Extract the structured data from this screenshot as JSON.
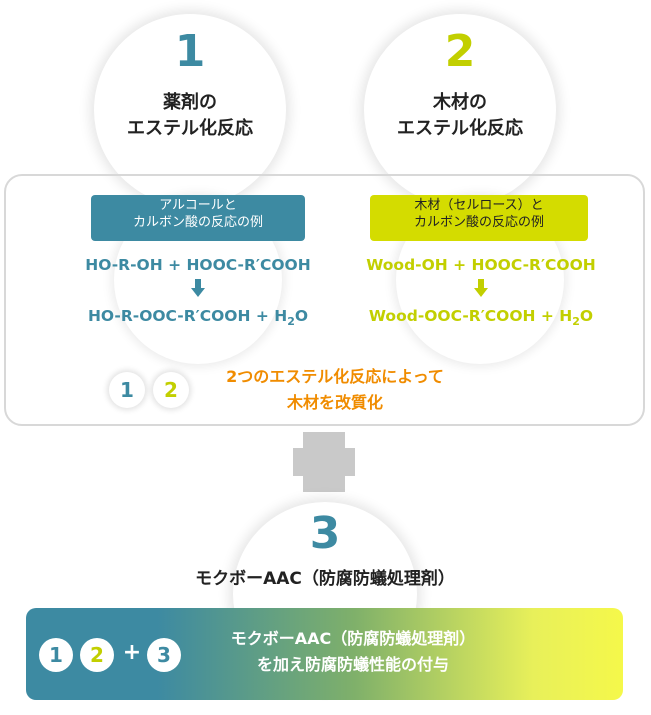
{
  "colors": {
    "blue": "#3d8aa2",
    "yellow": "#c2cf00",
    "orange": "#f08c00",
    "gray": "#c9c9c9"
  },
  "circle1": {
    "number": "1",
    "line1": "薬剤の",
    "line2": "エステル化反応"
  },
  "circle2": {
    "number": "2",
    "line1": "木材の",
    "line2": "エステル化反応"
  },
  "left_example": {
    "label_line1": "アルコールと",
    "label_line2": "カルボン酸の反応の例",
    "eq_top": "HO-R-OH + HOOC-R′COOH",
    "eq_bottom_prefix": "HO-R-OOC-R′COOH + H",
    "eq_bottom_sub": "2",
    "eq_bottom_suffix": "O"
  },
  "right_example": {
    "label_line1": "木材（セルロース）と",
    "label_line2": "カルボン酸の反応の例",
    "eq_top": "Wood-OH + HOOC-R′COOH",
    "eq_bottom_prefix": "Wood-OOC-R′COOH + H",
    "eq_bottom_sub": "2",
    "eq_bottom_suffix": "O"
  },
  "summary": {
    "badge1": "1",
    "badge2": "2",
    "line1": "2つのエステル化反応によって",
    "line2": "木材を改質化"
  },
  "circle3": {
    "number": "3",
    "title": "モクボーAAC（防腐防蟻処理剤）"
  },
  "bottom": {
    "badge1": "1",
    "badge2": "2",
    "plus": "+",
    "badge3": "3",
    "line1": "モクボーAAC（防腐防蟻処理剤）",
    "line2": "を加え防腐防蟻性能の付与"
  }
}
